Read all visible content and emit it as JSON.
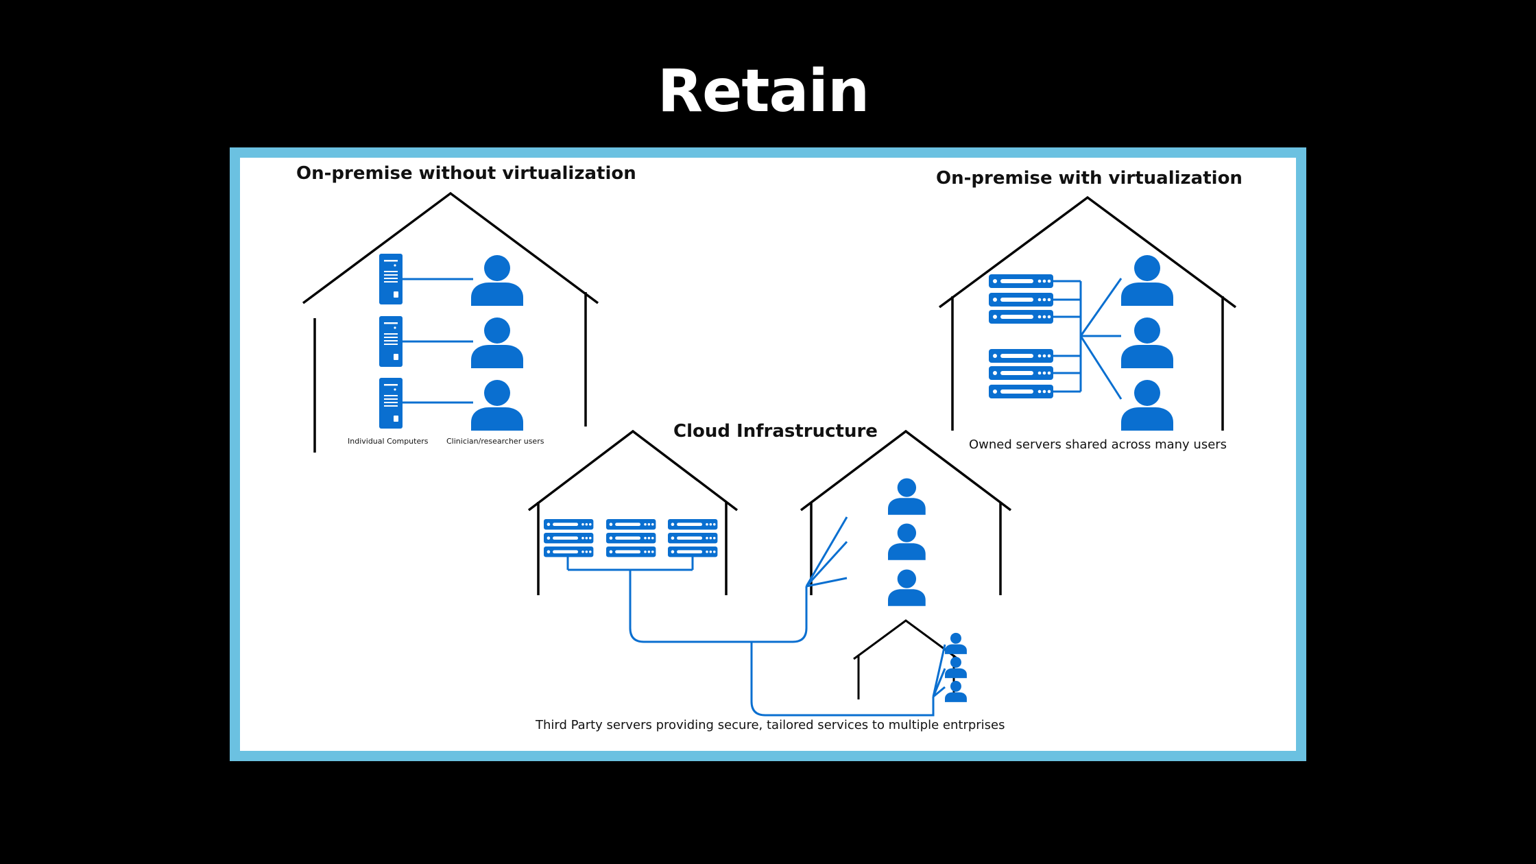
{
  "slide": {
    "title": "Retain"
  },
  "colors": {
    "background": "#000000",
    "frame": "#6bc1e1",
    "panel": "#ffffff",
    "icon_blue": "#0a6fd0",
    "outline": "#000000"
  },
  "diagram": {
    "left_section": {
      "title": "On-premise without virtualization",
      "label_computers": "Individual Computers",
      "label_users": "Clinician/researcher users",
      "icons": [
        "tower-server-icon",
        "user-icon"
      ]
    },
    "right_section": {
      "title": "On-premise with virtualization",
      "caption": "Owned servers shared across many users",
      "icons": [
        "rack-server-icon",
        "user-icon"
      ]
    },
    "cloud_section": {
      "title": "Cloud Infrastructure",
      "caption": "Third Party servers providing secure, tailored services to multiple entrprises",
      "icons": [
        "rack-server-icon",
        "user-icon"
      ]
    }
  }
}
